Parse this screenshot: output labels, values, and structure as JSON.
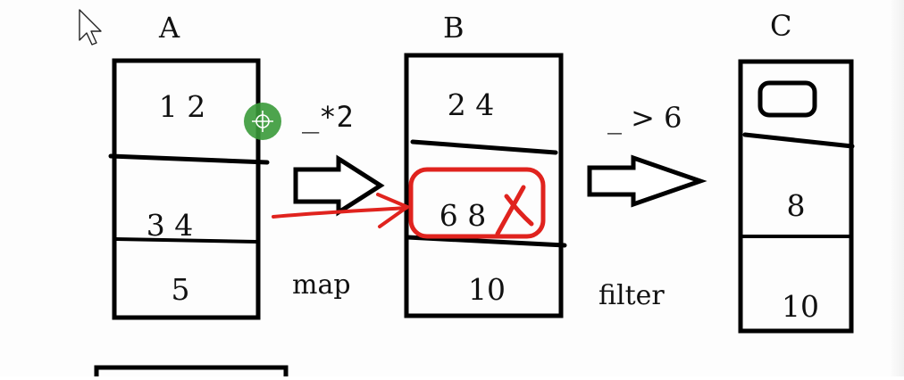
{
  "columns": {
    "a": {
      "label": "A",
      "cells": [
        "1 2",
        "3 4",
        "5"
      ]
    },
    "b": {
      "label": "B",
      "cells": [
        "2 4",
        "6 8",
        "10"
      ]
    },
    "c": {
      "label": "C",
      "cells": [
        "8",
        "10"
      ]
    }
  },
  "operations": {
    "map": {
      "function": "_*2",
      "name": "map"
    },
    "filter": {
      "function": "_ > 6",
      "name": "filter"
    }
  },
  "annotation_color": "#e0231e",
  "cursor_marker_color": "#3a9a3a",
  "icons": [
    "cursor-arrow-icon",
    "crosshair-icon",
    "right-arrow-icon",
    "cross-mark-icon"
  ]
}
